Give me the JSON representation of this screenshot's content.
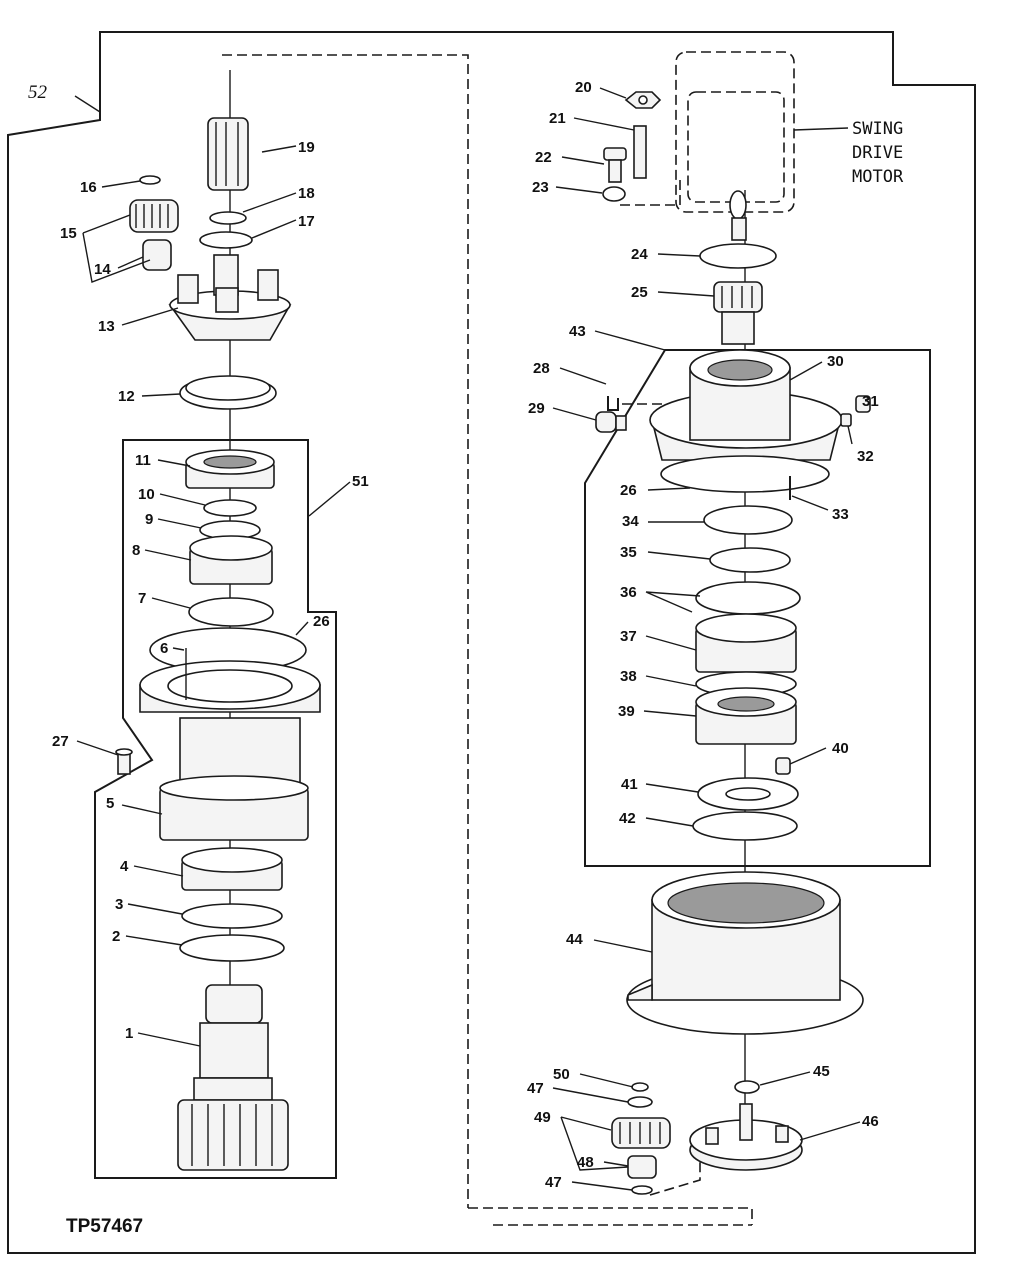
{
  "figure_code": "TP57467",
  "callouts": {
    "c1": "1",
    "c2": "2",
    "c3": "3",
    "c4": "4",
    "c5": "5",
    "c6": "6",
    "c7": "7",
    "c8": "8",
    "c9": "9",
    "c10": "10",
    "c11": "11",
    "c12": "12",
    "c13": "13",
    "c14": "14",
    "c15": "15",
    "c16": "16",
    "c17": "17",
    "c18": "18",
    "c19": "19",
    "c20": "20",
    "c21": "21",
    "c22": "22",
    "c23": "23",
    "c24": "24",
    "c25": "25",
    "c26a": "26",
    "c26b": "26",
    "c27": "27",
    "c28": "28",
    "c29": "29",
    "c30": "30",
    "c31": "31",
    "c32": "32",
    "c33": "33",
    "c34": "34",
    "c35": "35",
    "c36": "36",
    "c37": "37",
    "c38": "38",
    "c39": "39",
    "c40": "40",
    "c41": "41",
    "c42": "42",
    "c43": "43",
    "c44": "44",
    "c45": "45",
    "c46": "46",
    "c47a": "47",
    "c47b": "47",
    "c48": "48",
    "c49": "49",
    "c50": "50",
    "c51": "51",
    "c52": "52"
  },
  "motor_caption": {
    "line1": "SWING",
    "line2": "DRIVE",
    "line3": "MOTOR"
  }
}
